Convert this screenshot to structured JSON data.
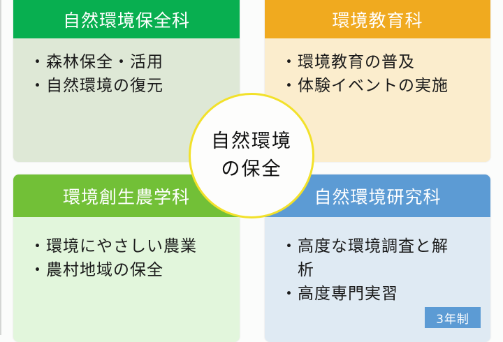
{
  "center": {
    "line1": "自然環境",
    "line2": "の保全",
    "border_color": "#f2e12a"
  },
  "panels": [
    {
      "title": "自然環境保全科",
      "color": "#08af50",
      "body_color": "#dee8d6",
      "items": [
        "森林保全・活用",
        "自然環境の復元"
      ]
    },
    {
      "title": "環境教育科",
      "color": "#f0aa1f",
      "body_color": "#fbedcd",
      "items": [
        "環境教育の普及",
        "体験イベントの実施"
      ]
    },
    {
      "title": "環境創生農学科",
      "color": "#72c037",
      "body_color": "#e2f6dc",
      "items": [
        "環境にやさしい農業",
        "農村地域の保全"
      ]
    },
    {
      "title": "自然環境研究科",
      "color": "#5c9bd4",
      "body_color": "#dfeaf3",
      "items": [
        "高度な環境調査と解析",
        "高度専門実習"
      ],
      "badge": "3年制"
    }
  ]
}
